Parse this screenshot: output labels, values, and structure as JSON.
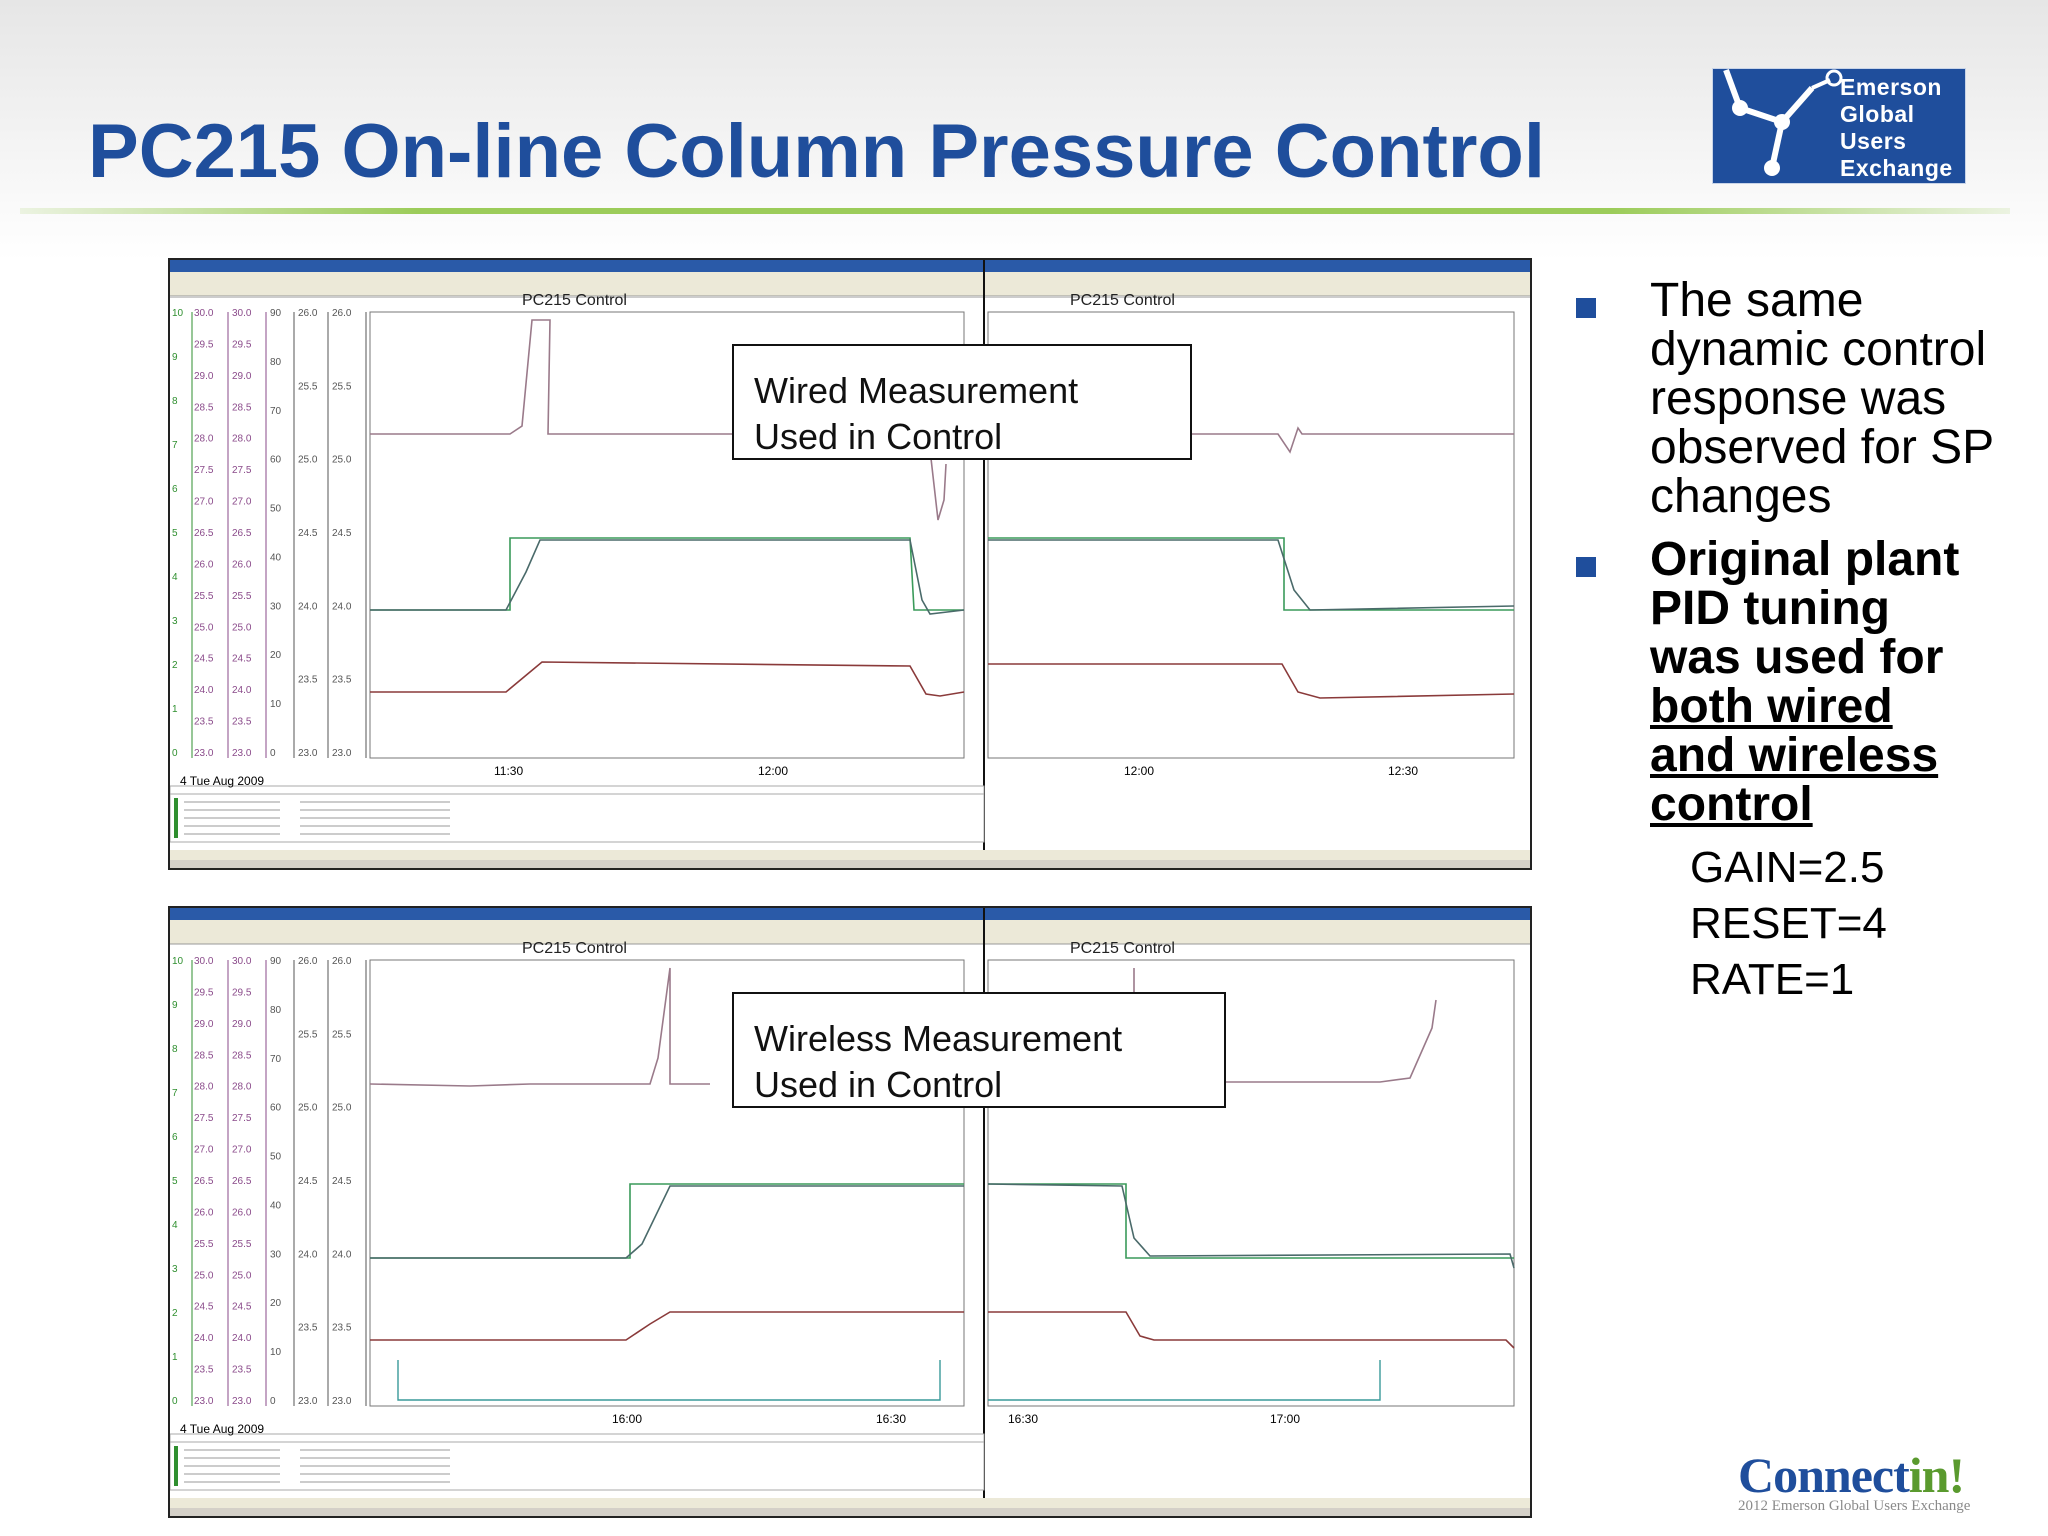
{
  "slide": {
    "title": "PC215 On-line Column Pressure Control",
    "colors": {
      "title": "#1f4e9c",
      "accent_green": "#9ccc5a",
      "logo_bg": "#1f4e9c"
    },
    "logo": {
      "lines": [
        "Emerson",
        "Global",
        "Users",
        "Exchange"
      ],
      "icon": "molecule-icon"
    },
    "footer_logo": {
      "main_a": "Connect",
      "main_b": "in!",
      "sub": "2012 Emerson Global Users Exchange"
    }
  },
  "screenshots": [
    {
      "panels": [
        {
          "title": "PC215 Control",
          "times": [
            "11:30",
            "12:00"
          ]
        },
        {
          "title": "PC215 Control",
          "times": [
            "12:00",
            "12:30"
          ]
        }
      ],
      "date": "4 Tue Aug 2009",
      "callout": [
        "Wired Measurement",
        "Used in Control"
      ]
    },
    {
      "panels": [
        {
          "title": "PC215 Control",
          "times": [
            "16:00",
            "16:30"
          ]
        },
        {
          "title": "PC215 Control",
          "times": [
            "16:30",
            "17:00"
          ]
        }
      ],
      "date": "4 Tue Aug 2009",
      "callout": [
        "Wireless Measurement",
        "Used in Control"
      ]
    }
  ],
  "axes": {
    "scale_a": [
      "10",
      "9",
      "8",
      "7",
      "6",
      "5",
      "4",
      "3",
      "2",
      "1",
      "0"
    ],
    "scale_b": [
      "30.0",
      "29.5",
      "29.0",
      "28.5",
      "28.0",
      "27.5",
      "27.0",
      "26.5",
      "26.0",
      "25.5",
      "25.0",
      "24.5",
      "24.0",
      "23.5",
      "23.0"
    ],
    "scale_c": [
      "90",
      "80",
      "70",
      "60",
      "50",
      "40",
      "30",
      "20",
      "10",
      "0"
    ],
    "scale_d": [
      "26.0",
      "25.5",
      "25.0",
      "24.5",
      "24.0",
      "23.5",
      "23.0"
    ]
  },
  "bullets": [
    {
      "text": "The same dynamic control response was observed for SP changes"
    },
    {
      "lines": [
        "Original plant",
        "PID tuning",
        "was used for"
      ],
      "underlined": [
        "both wired",
        "and wireless",
        "control"
      ]
    }
  ],
  "params": [
    "GAIN=2.5",
    "RESET=4",
    "RATE=1"
  ]
}
